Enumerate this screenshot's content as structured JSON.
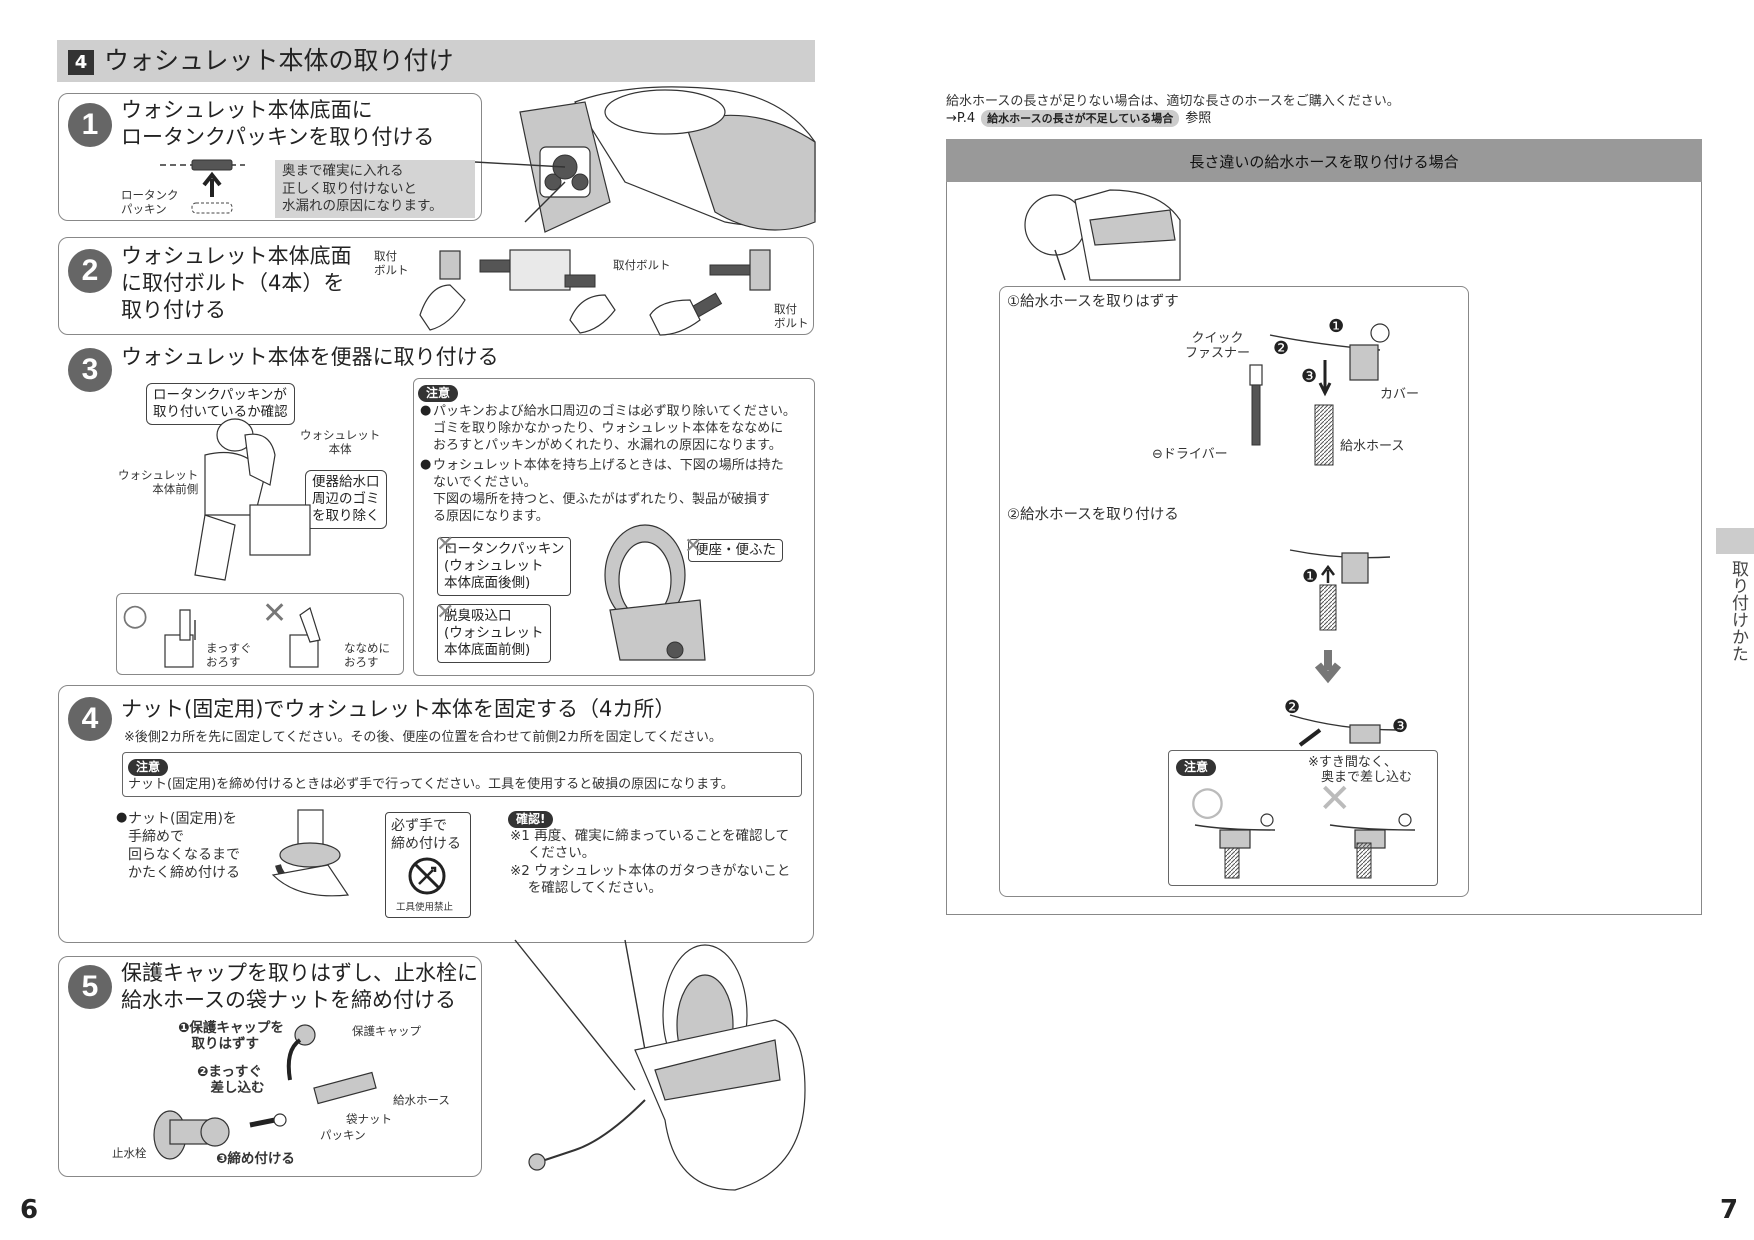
{
  "left": {
    "section_num": "4",
    "section_title": "ウォシュレット本体の取り付け",
    "page_num": "6",
    "step1": {
      "num": "1",
      "title": "ウォシュレット本体底面に\nロータンクパッキンを取り付ける",
      "label_packing": "ロータンク\nパッキン",
      "note": "奥まで確実に入れる\n正しく取り付けないと\n水漏れの原因になります。"
    },
    "step2": {
      "num": "2",
      "title": "ウォシュレット本体底面\nに取付ボルト（4本）を\n取り付ける",
      "label_bolt_1": "取付\nボルト",
      "label_bolt_2": "取付ボルト",
      "label_bolt_3": "取付\nボルト"
    },
    "step3": {
      "num": "3",
      "title": "ウォシュレット本体を便器に取り付ける",
      "callout_packing_check": "ロータンクパッキンが\n取り付いているか確認",
      "label_washlet": "ウォシュレット\n本体",
      "label_washlet_front": "ウォシュレット\n本体前側",
      "callout_dust": "便器給水口\n周辺のゴミ\nを取り除く",
      "ok_mark": "○",
      "ng_mark": "✕",
      "label_straight": "まっすぐ\nおろす",
      "label_diagonal": "ななめに\nおろす",
      "caution_badge": "注意",
      "caution_1": "パッキンおよび給水口周辺のゴミは必ず取り除いてください。\nゴミを取り除かなかったり、ウォシュレット本体をななめに\nおろすとパッキンがめくれたり、水漏れの原因になります。",
      "caution_2": "ウォシュレット本体を持ち上げるときは、下図の場所は持た\nないでください。\n下図の場所を持つと、便ふたがはずれたり、製品が破損す\nる原因になります。",
      "ng_label_1": "ロータンクパッキン\n(ウォシュレット\n本体底面後側)",
      "ng_label_2": "脱臭吸込口\n(ウォシュレット\n本体底面前側)",
      "ng_label_3": "便座・便ふた"
    },
    "step4": {
      "num": "4",
      "title": "ナット(固定用)でウォシュレット本体を固定する（4カ所）",
      "sub": "※後側2カ所を先に固定してください。その後、便座の位置を合わせて前側2カ所を固定してください。",
      "caution_badge": "注意",
      "caution_text": "ナット(固定用)を締め付けるときは必ず手で行ってください。工具を使用すると破損の原因になります。",
      "bullet": "ナット(固定用)を\n手締めで\n回らなくなるまで\nかたく締め付ける",
      "hand_note": "必ず手で\n締め付ける",
      "tool_prohibited": "工具使用禁止",
      "confirm_badge": "確認!",
      "confirm_1": "※1 再度、確実に締まっていることを確認して\n　 ください。",
      "confirm_2": "※2 ウォシュレット本体のガタつきがないこと\n　 を確認してください。"
    },
    "step5": {
      "num": "5",
      "title": "保護キャップを取りはずし、止水栓に\n給水ホースの袋ナットを締め付ける",
      "s1": "❶保護キャップを\n　取りはずす",
      "s2": "❷まっすぐ\n　差し込む",
      "s3": "❸締め付ける",
      "label_cap": "保護キャップ",
      "label_hose": "給水ホース",
      "label_nut": "袋ナット",
      "label_packing": "パッキン",
      "label_valve": "止水栓"
    }
  },
  "right": {
    "intro_1": "給水ホースの長さが足りない場合は、適切な長さのホースをご購入ください。",
    "intro_ref": "→P.4",
    "intro_ref_badge": "給水ホースの長さが不足している場合",
    "intro_ref_suffix": "参照",
    "box_title": "長さ違いの給水ホースを取り付ける場合",
    "sub1_title": "①給水ホースを取りはずす",
    "label_quick": "クイック\nファスナー",
    "label_cover": "カバー",
    "label_driver": "⊖ドライバー",
    "label_hose": "給水ホース",
    "n1": "❶",
    "n2": "❷",
    "n3": "❸",
    "sub2_title": "②給水ホースを取り付ける",
    "caution_badge": "注意",
    "caution_note": "※すき間なく、\n　奥まで差し込む",
    "side_tab": "取り付けかた",
    "page_num": "7"
  }
}
